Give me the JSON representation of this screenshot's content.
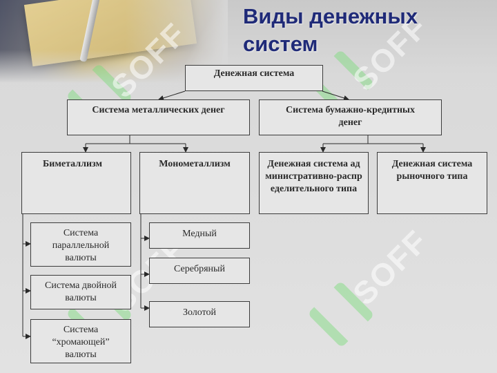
{
  "title": "Виды денежных систем",
  "watermark": "SOFF",
  "nodes": {
    "root": "Денежная система",
    "metal": "Система металлических денег",
    "paper": "Система бумажно-кредитных денег",
    "bimetal": "Биметаллизм",
    "monometal": "Монометаллизм",
    "admin": "Денежная система административно-распределительного типа",
    "market": "Денежная система рыночного типа",
    "parallel": "Система параллельной валюты",
    "double": "Система двойной валюты",
    "limping": "Система “хромающей” валюты",
    "copper": "Медный",
    "silver": "Серебряный",
    "gold": "Золотой"
  }
}
